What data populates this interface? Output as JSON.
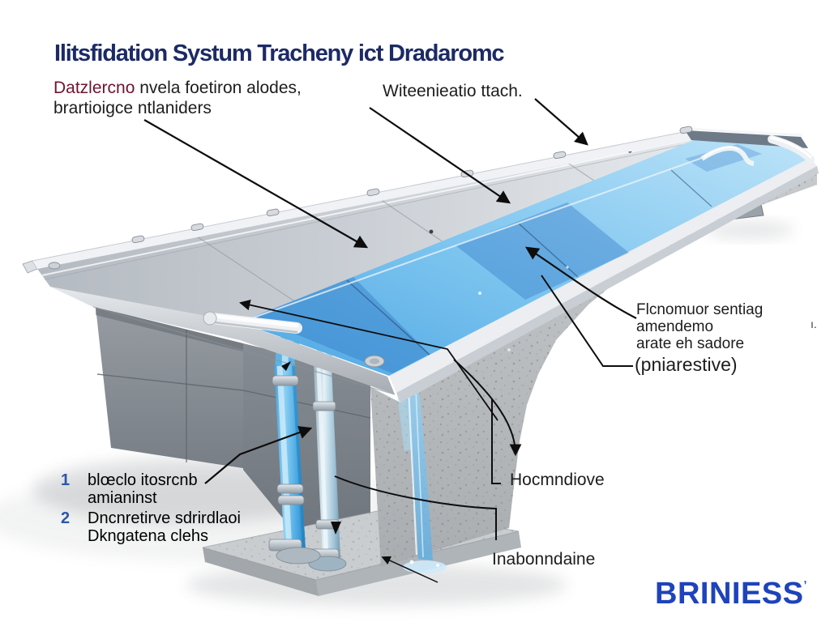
{
  "title": {
    "text": "Ilitsfidation Systum Tracheny ict Dradaromc"
  },
  "labels": {
    "deck_plates": {
      "word1": "Datzlercno",
      "rest1": " nvela foetiron alodes,",
      "line2": "brartioigce ntlaniders"
    },
    "trench": {
      "text": "Witeenieatio ttach."
    },
    "right_block": {
      "line1": "Flcnomuor sentiag",
      "line2": "amendemo",
      "line3": "arate eh sadore",
      "stray": "ı.",
      "note": "(pniarestive)"
    },
    "downpipe": {
      "text": "Hocmndiove"
    },
    "foundation": {
      "text": "Inabonndaine"
    }
  },
  "legend": {
    "items": [
      {
        "num": "1",
        "line1": "blœclo itosrcnb",
        "line2": "amianinst"
      },
      {
        "num": "2",
        "line1": "Dncnretirve sdrirdlaoi",
        "line2": "Dkngatena clehs"
      }
    ]
  },
  "logo": {
    "text": "BRINIESS",
    "mark": "ʼ"
  },
  "colors": {
    "title_navy": "#1c2a66",
    "maroon": "#6e1430",
    "text_dark": "#1d1d1f",
    "list_num_blue": "#2c57a8",
    "logo_blue": "#1e43bb",
    "water_blue": "#55ace6",
    "concrete_gray": "#b7bbbd",
    "leader_black": "#0d0d0d"
  }
}
